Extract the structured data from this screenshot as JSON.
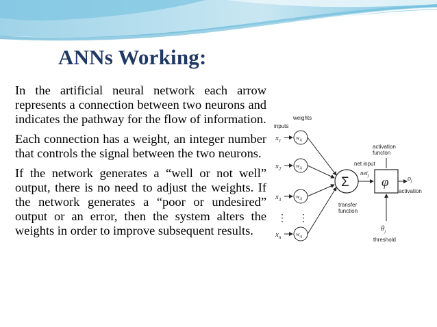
{
  "slide": {
    "title": "ANNs Working:",
    "paragraphs": [
      "In the artificial neural network each arrow represents a connection between two neurons and indicates the pathway for the flow of information.",
      "Each connection has a weight, an integer number that controls the signal between the two neurons.",
      "If the network generates a “well or not well” output, there is no need to adjust the weights. If the network generates a “poor or undesired” output or an error, then the system alters the weights in order to improve subsequent results."
    ],
    "colors": {
      "title": "#1f3864",
      "banner_light": "#c6e4f0",
      "banner_mid": "#8fcbe3",
      "banner_dark": "#2f9bc6"
    }
  },
  "diagram": {
    "labels": {
      "inputs": "inputs",
      "weights": "weights",
      "activation_function": [
        "activation",
        "functon"
      ],
      "net_input": "net input",
      "net_symbol": "net",
      "net_sub": "j",
      "sum_symbol": "Σ",
      "phi_symbol": "φ",
      "output_symbol": "o",
      "output_sub": "j",
      "activation": "activation",
      "transfer_function": [
        "transfer",
        "function"
      ],
      "theta_symbol": "θ",
      "theta_sub": "j",
      "threshold": "threshold",
      "ellipsis": "⋮"
    },
    "inputs": [
      {
        "x": "x",
        "sub": "1",
        "w": "w",
        "wsub": "1j"
      },
      {
        "x": "x",
        "sub": "2",
        "w": "w",
        "wsub": "2j"
      },
      {
        "x": "x",
        "sub": "3",
        "w": "w",
        "wsub": "3j"
      },
      {
        "x": "x",
        "sub": "n",
        "w": "w",
        "wsub": "nj"
      }
    ]
  }
}
